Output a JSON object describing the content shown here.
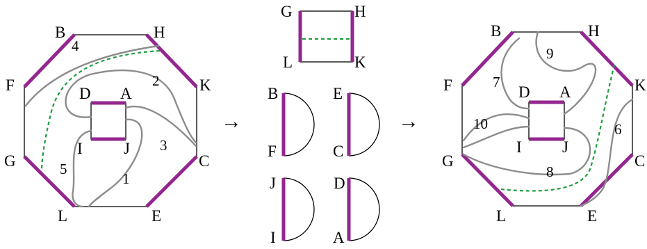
{
  "colors": {
    "highlight_edge": "#93278f",
    "curve": "#8c8c8c",
    "dashed_path": "#1e9e3e",
    "outline": "#000000"
  },
  "arrows": [
    "→",
    "→"
  ],
  "left_octagon": {
    "vertices": {
      "B": "B",
      "H": "H",
      "F": "F",
      "K": "K",
      "G": "G",
      "C": "C",
      "L": "L",
      "E": "E"
    },
    "square": {
      "D": "D",
      "A": "A",
      "I": "I",
      "J": "J"
    },
    "curve_numbers": [
      "1",
      "2",
      "3",
      "4",
      "5"
    ]
  },
  "middle_pieces": {
    "square": {
      "G": "G",
      "H": "H",
      "L": "L",
      "K": "K"
    },
    "half_discs": [
      {
        "top": "B",
        "bottom": "F"
      },
      {
        "top": "E",
        "bottom": "C"
      },
      {
        "top": "J",
        "bottom": "I"
      },
      {
        "top": "D",
        "bottom": "A"
      }
    ]
  },
  "right_octagon": {
    "vertices": {
      "B": "B",
      "H": "H",
      "F": "F",
      "K": "K",
      "G": "G",
      "C": "C",
      "L": "L",
      "E": "E"
    },
    "square": {
      "D": "D",
      "A": "A",
      "I": "I",
      "J": "J"
    },
    "curve_numbers": [
      "6",
      "7",
      "8",
      "9",
      "10"
    ]
  }
}
